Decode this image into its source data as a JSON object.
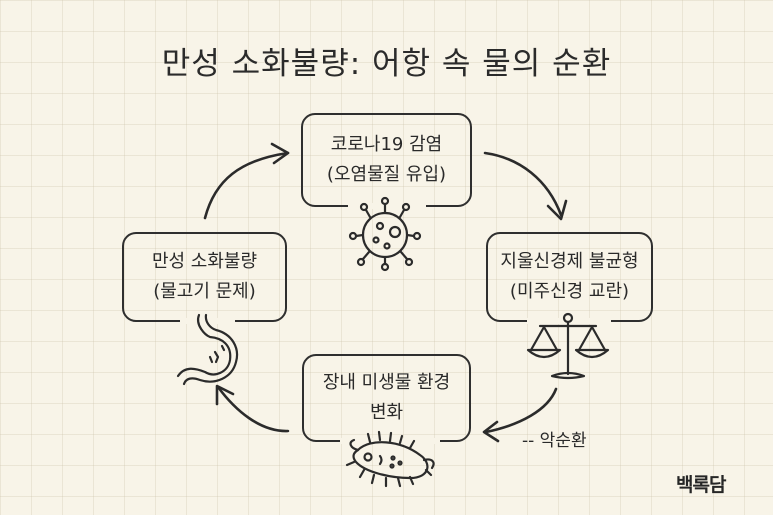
{
  "title": "만성 소화불량: 어항 속 물의 순환",
  "nodes": [
    {
      "id": "covid",
      "line1": "코로나19 감염",
      "line2": "(오염물질 유입)",
      "icon": "virus-icon"
    },
    {
      "id": "autonomic",
      "line1": "지울신경제 불균형",
      "line2": "(미주신경 교란)",
      "icon": "balance-scale-icon"
    },
    {
      "id": "microbiome",
      "line1": "장내 미생물 환경",
      "line2": "변화",
      "icon": "bacteria-icon"
    },
    {
      "id": "dyspepsia",
      "line1": "만성 소화불량",
      "line2": "(물고기 문제)",
      "icon": "stomach-icon"
    }
  ],
  "cycle_label": "-- 악순환",
  "logo": "백록담",
  "colors": {
    "background": "#f8f4e8",
    "ink": "#2a2a2a"
  }
}
